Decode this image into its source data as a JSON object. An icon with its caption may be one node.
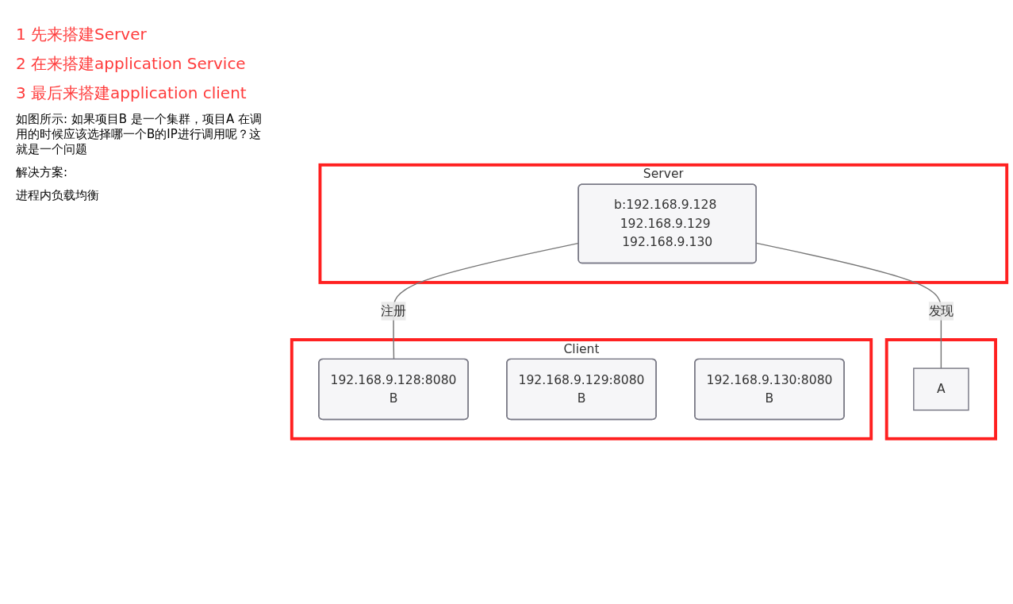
{
  "diagram": {
    "nodes": [
      {
        "text": [
          "Server"
        ]
      },
      {
        "text": [
          "b:192.168.9.128 192.168.9.129 192.168.9.130"
        ],
        "in": 0
      },
      {
        "text": [],
        "shape": "box"
      },
      {
        "text": [
          "A"
        ],
        "in": 2
      },
      {
        "text": [
          "Client"
        ]
      },
      {
        "text": [
          "192.168.9.128:8080",
          "B"
        ],
        "in": 4
      },
      {
        "text": [
          "192.168.9.129:8080",
          "B"
        ],
        "in": 4
      },
      {
        "text": [
          "192.168.9.130:8080",
          "B"
        ],
        "in": 4
      }
    ],
    "edges": [
      {
        "from": 1,
        "to": 3,
        "arrow": "none",
        "label": "发现"
      },
      {
        "from": 1,
        "to": 5,
        "arrow": "none",
        "label": "注册"
      }
    ],
    "labels": [
      "1 先来搭建Server",
      "2 在来搭建application Service",
      "3 最后来搭建application client",
      "如图所示: 如果项目B 是一个集群，项目A 在调用的时候应该选择哪一个B的IP进行调用呢？这就是一个问题",
      "解决方案:",
      "进程内负载均衡"
    ]
  }
}
